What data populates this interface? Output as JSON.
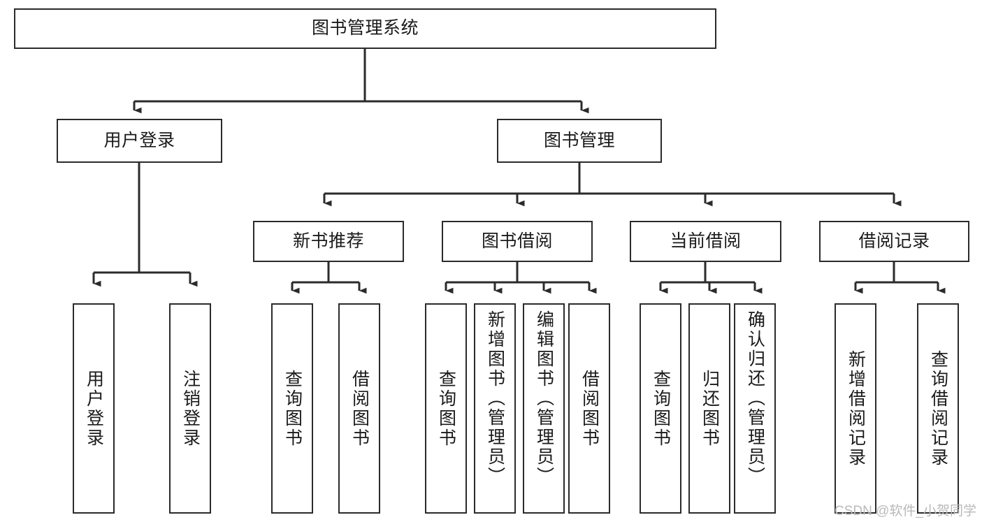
{
  "diagram": {
    "type": "tree-hierarchy",
    "title": "图书管理系统",
    "watermark": "CSDN @软件_小贺同学",
    "stroke_color": "#2b2b2b",
    "fill_color": "#ffffff",
    "text_color": "#1a1a1a",
    "watermark_color": "#b9b9b9"
  },
  "nodes": {
    "root": {
      "label": "图书管理系统",
      "level": 1
    },
    "level2": [
      {
        "id": "user-login",
        "label": "用户登录"
      },
      {
        "id": "book-management",
        "label": "图书管理"
      }
    ],
    "level3": [
      {
        "id": "new-book-recommend",
        "label": "新书推荐"
      },
      {
        "id": "book-borrow",
        "label": "图书借阅"
      },
      {
        "id": "current-borrow",
        "label": "当前借阅"
      },
      {
        "id": "borrow-record",
        "label": "借阅记录"
      }
    ],
    "leaves": {
      "user-login": [
        {
          "id": "leaf-user-login",
          "label": "用户登录"
        },
        {
          "id": "leaf-user-logout",
          "label": "注销登录"
        }
      ],
      "new-book-recommend": [
        {
          "id": "leaf-query-book-1",
          "label": "查询图书"
        },
        {
          "id": "leaf-borrow-book-1",
          "label": "借阅图书"
        }
      ],
      "book-borrow": [
        {
          "id": "leaf-query-book-2",
          "label": "查询图书"
        },
        {
          "id": "leaf-add-book",
          "label": "新增图书（管理员）"
        },
        {
          "id": "leaf-edit-book",
          "label": "编辑图书（管理员）"
        },
        {
          "id": "leaf-borrow-book-2",
          "label": "借阅图书"
        }
      ],
      "current-borrow": [
        {
          "id": "leaf-query-book-3",
          "label": "查询图书"
        },
        {
          "id": "leaf-return-book",
          "label": "归还图书"
        },
        {
          "id": "leaf-confirm-return",
          "label": "确认归还（管理员）"
        }
      ],
      "borrow-record": [
        {
          "id": "leaf-add-record",
          "label": "新增借阅记录"
        },
        {
          "id": "leaf-query-record",
          "label": "查询借阅记录"
        }
      ]
    }
  }
}
